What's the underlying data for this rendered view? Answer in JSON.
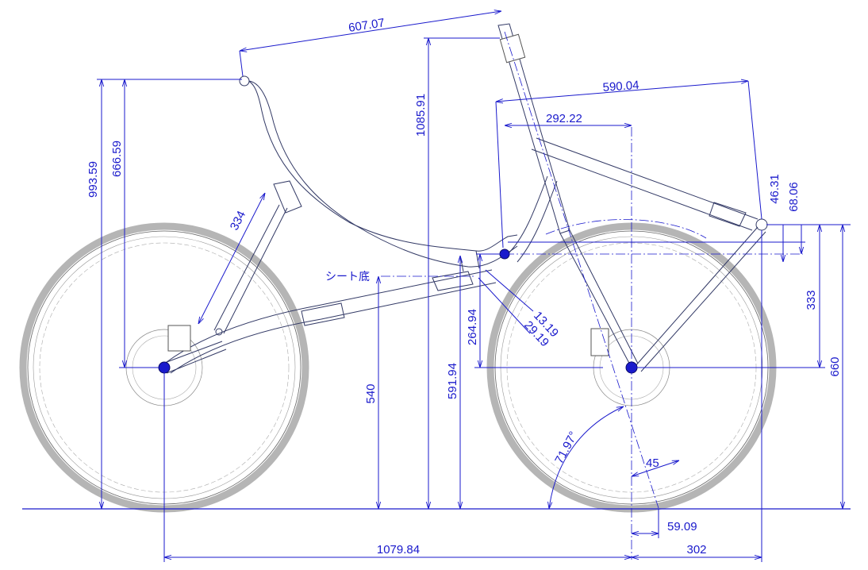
{
  "labels": {
    "seat_bottom": "シート底"
  },
  "dimensions": {
    "top_length": "607.07",
    "seat_height_total": "993.59",
    "seat_height_from_hub": "666.59",
    "head_tube_top": "1085.91",
    "seat_stay_len": "334",
    "front_boom": "590.04",
    "bb_offset": "292.22",
    "front_rise_1": "46.31",
    "front_rise_2": "68.06",
    "seat_bottom_height": "540",
    "bb_height_total": "591.94",
    "bb_height_from_hub": "264.94",
    "dim_13": "13.19",
    "dim_29": "29.19",
    "front_rise_333": "333",
    "front_total_660": "660",
    "head_angle": "71.97°",
    "fork_offset": "45",
    "trail": "59.09",
    "wheelbase": "1079.84",
    "front_extent": "302"
  },
  "colors": {
    "dimension": "#1a1acc",
    "frame": "#333a66",
    "tire": "#b5b5b5"
  }
}
